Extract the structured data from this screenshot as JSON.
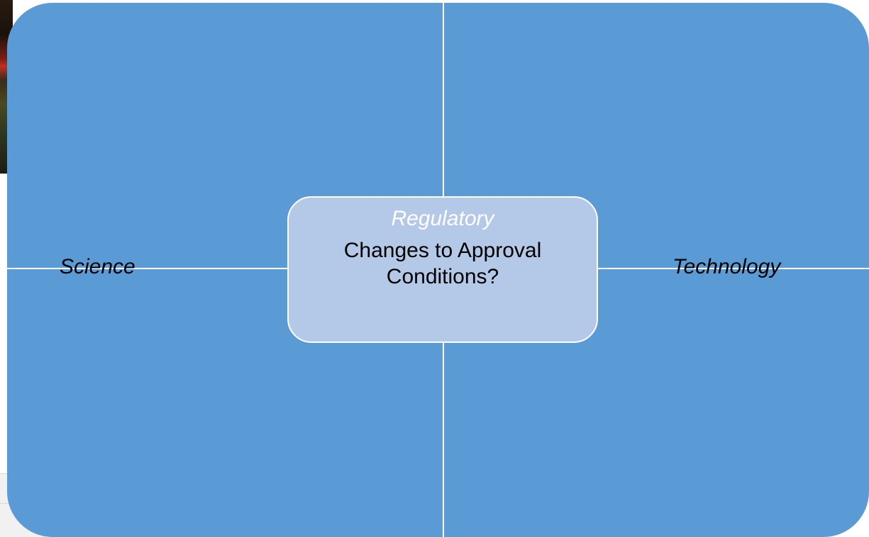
{
  "diagram": {
    "center": {
      "title": "Regulatory",
      "body": "Changes to Approval Conditions?"
    },
    "left_label": "Science",
    "right_label": "Technology",
    "colors": {
      "quadrant_fill": "#5b9bd5",
      "center_fill": "#b4c8e7",
      "divider": "#ffffff"
    }
  }
}
